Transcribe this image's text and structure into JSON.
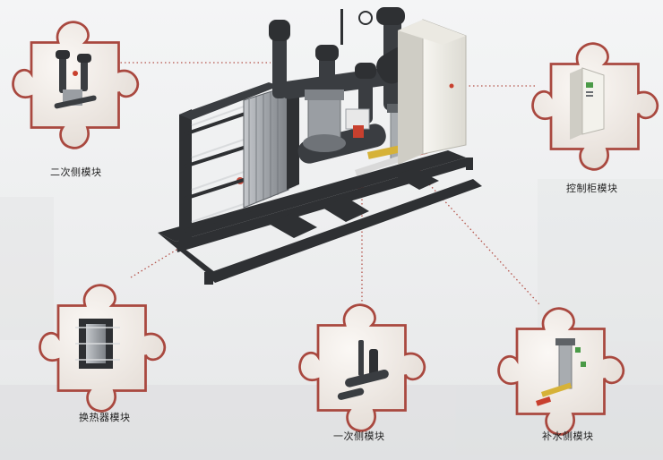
{
  "modules": [
    {
      "id": "secondary",
      "label": "二次侧模块"
    },
    {
      "id": "control",
      "label": "控制柜模块"
    },
    {
      "id": "exchanger",
      "label": "换热器模块"
    },
    {
      "id": "primary",
      "label": "一次侧模块"
    },
    {
      "id": "makeup",
      "label": "补水侧模块"
    }
  ],
  "colors": {
    "connector": "#b5534a",
    "piece_fill": "#efe9e4",
    "piece_edge": "#a9483f",
    "frame": "#2e3033",
    "pipe": "#3a3d41",
    "plate": "#9da1a6",
    "cabinet": "#f1f0ea",
    "accent_green": "#4a9a47",
    "accent_yellow": "#d6b238",
    "accent_red": "#c8402e"
  }
}
